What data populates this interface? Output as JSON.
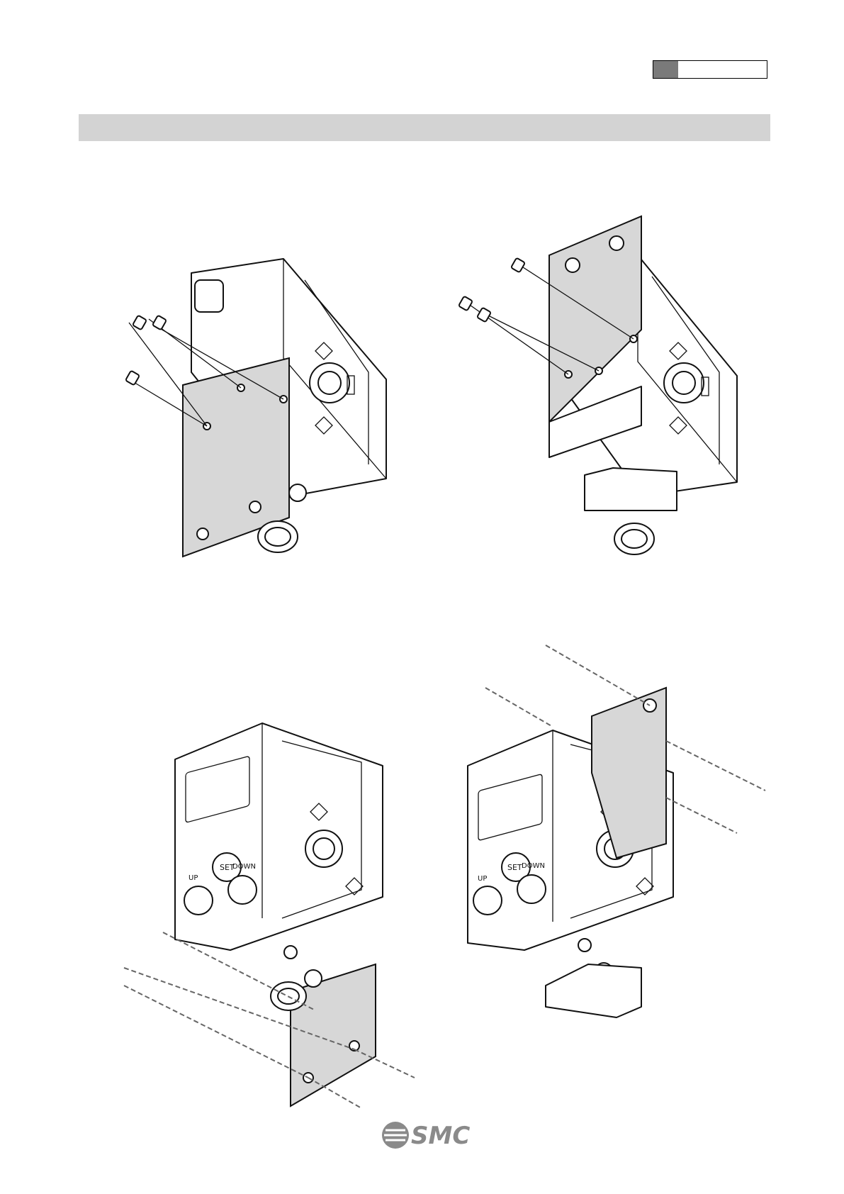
{
  "header": {
    "tab_fill_color": "#7a7a7a",
    "heading_band_color": "#d3d3d3"
  },
  "figures": [
    {
      "id": "bracket-back-mounting",
      "panel_labels": [
        "SET",
        "UP",
        "DOWN"
      ]
    },
    {
      "id": "bracket-side-mounting",
      "panel_labels": [
        "SET",
        "UP",
        "DOWN"
      ]
    }
  ],
  "footer": {
    "logo_text": "SMC"
  }
}
